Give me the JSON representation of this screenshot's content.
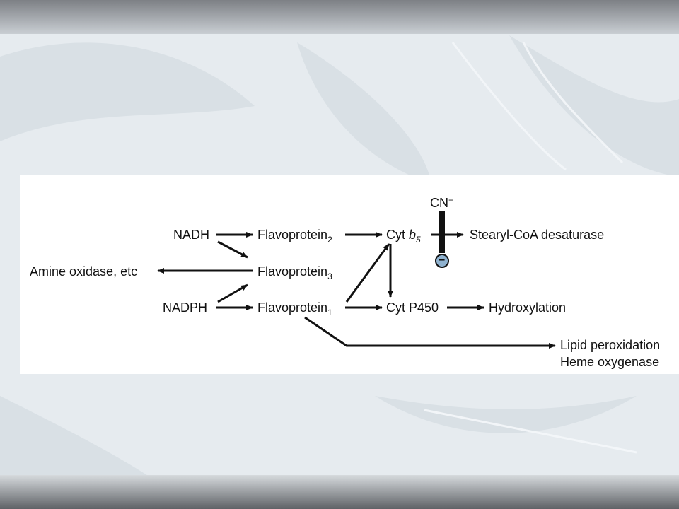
{
  "colors": {
    "top_bar": "#8e9196",
    "bottom_bar": "#6f7276",
    "background": "#e6ebef",
    "panel": "#ffffff",
    "inhibitor_fill": "#8fb2cf"
  },
  "diagram": {
    "nodes": {
      "nadh": "NADH",
      "nadph": "NADPH",
      "flavoprotein2": {
        "name": "Flavoprotein",
        "sub": "2"
      },
      "flavoprotein3": {
        "name": "Flavoprotein",
        "sub": "3"
      },
      "flavoprotein1": {
        "name": "Flavoprotein",
        "sub": "1"
      },
      "cyt_b5": {
        "name": "Cyt ",
        "italic": "b",
        "sub": "5"
      },
      "cyt_p450": "Cyt P450",
      "amine_oxidase": "Amine oxidase, etc",
      "stearyl": "Stearyl-CoA desaturase",
      "hydroxylation": "Hydroxylation",
      "lipid": "Lipid peroxidation",
      "heme": "Heme oxygenase"
    },
    "inhibitor": {
      "name": "CN",
      "charge": "−",
      "symbol": "−"
    }
  }
}
